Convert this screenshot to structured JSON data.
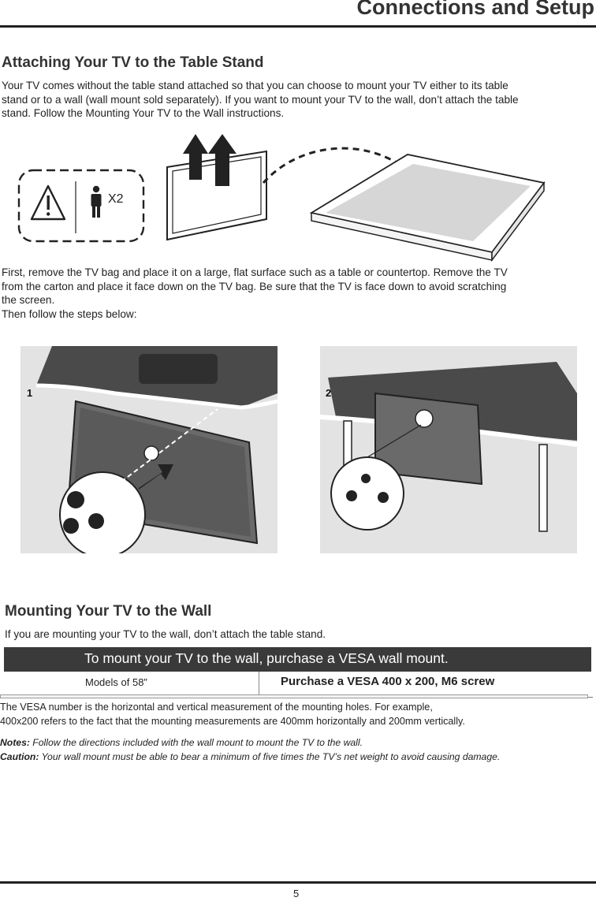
{
  "header": {
    "title": "Connections and Setup"
  },
  "section1": {
    "heading": "Attaching Your TV to the Table Stand",
    "intro_lines": [
      "Your TV comes without the table stand attached so that you can choose to mount your TV either to its table",
      "stand or to a wall (wall mount sold separately). If you want to mount your TV to the wall, don’t attach the table",
      "stand.  Follow the Mounting Your TV to the Wall instructions."
    ],
    "people_count": "X2",
    "instructions_lines": [
      "First, remove the TV bag and place it on a large, flat surface such as a table or countertop. Remove the TV",
      "from the carton and place it face down on the TV bag. Be sure that the TV is face down to avoid scratching",
      "the screen.",
      "Then follow the steps below:"
    ],
    "steps": [
      "1",
      "2"
    ]
  },
  "section2": {
    "heading": "Mounting Your TV to the Wall",
    "intro": "If you are mounting your TV to the wall, don’t attach the table stand.",
    "table": {
      "header": "To mount your TV to the wall, purchase a VESA wall mount.",
      "model": "Models of 58”",
      "purchase": "Purchase a VESA 400 x 200, M6 screw"
    },
    "vesa_lines": [
      "The VESA number is the horizontal and vertical measurement of the mounting holes. For example,",
      "400x200 refers to the fact that the mounting measurements are 400mm horizontally and 200mm vertically."
    ],
    "notes_label": "Notes:",
    "notes_text": " Follow the directions included with the wall mount to mount the TV to the wall.",
    "caution_label": "Caution:",
    "caution_text": " Your wall mount must be able to bear a minimum of five times the TV’s net weight to avoid causing damage."
  },
  "footer": {
    "page_number": "5"
  }
}
